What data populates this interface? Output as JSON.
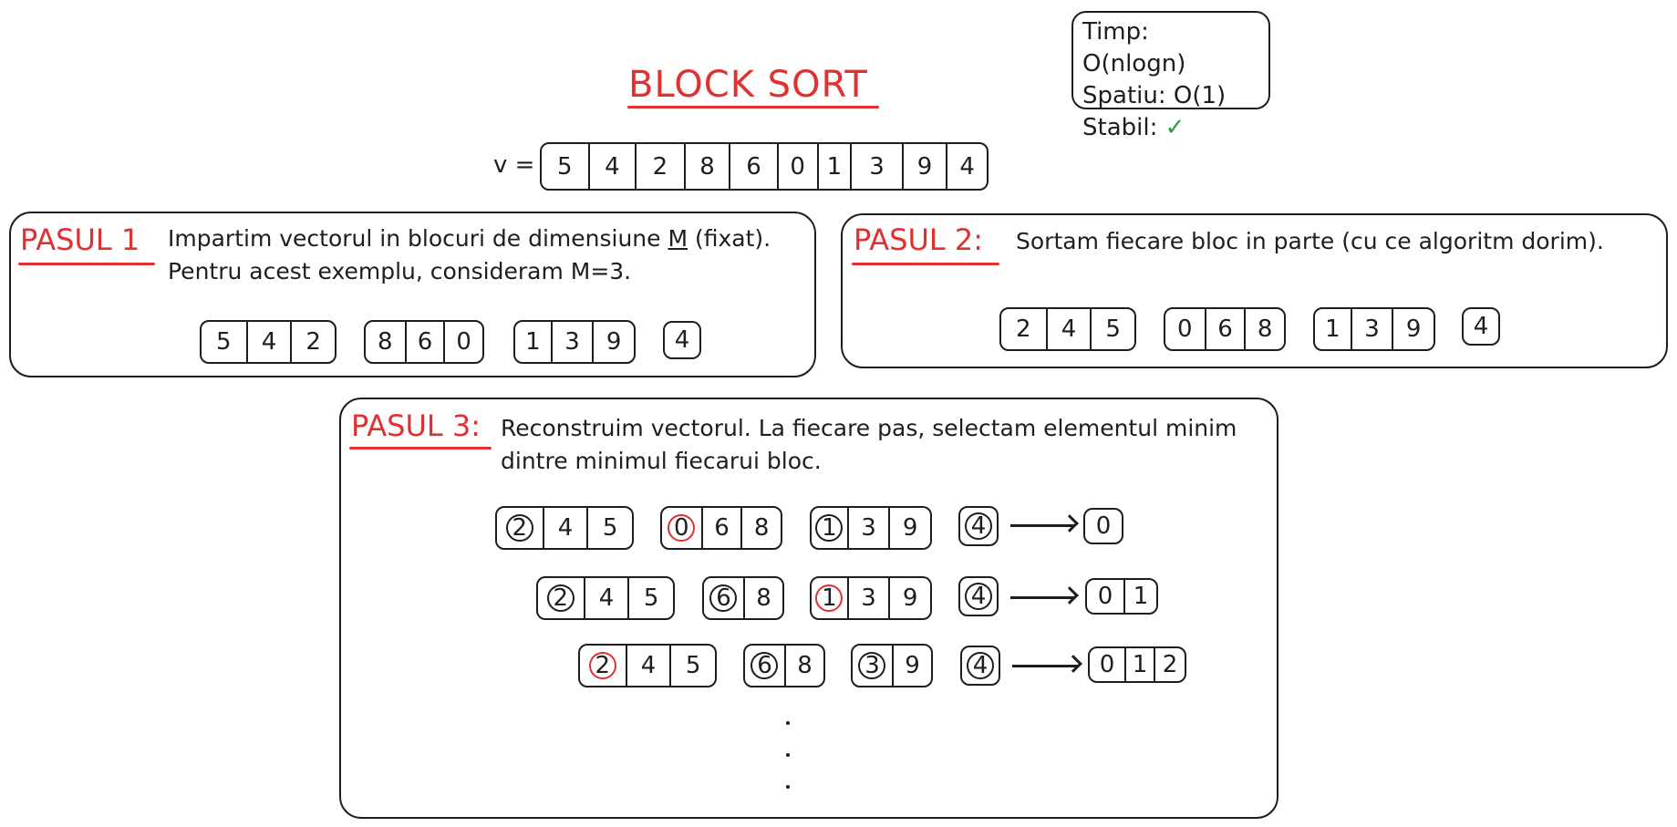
{
  "title": "BLOCK SORT",
  "info": {
    "time": "Timp: O(nlogn)",
    "space": "Spatiu: O(1)",
    "stable": "Stabil:",
    "stable_mark": "✓"
  },
  "vector": {
    "label": "v =",
    "values": [
      "5",
      "4",
      "2",
      "8",
      "6",
      "0",
      "1",
      "3",
      "9",
      "4"
    ]
  },
  "step1": {
    "label": "PASUL 1",
    "line1_pre": "Impartim vectorul in blocuri de dimensiune ",
    "line1_m": "M",
    "line1_post": " (fixat).",
    "line2": "Pentru acest exemplu, consideram M=3.",
    "blocks": [
      [
        "5",
        "4",
        "2"
      ],
      [
        "8",
        "6",
        "0"
      ],
      [
        "1",
        "3",
        "9"
      ],
      [
        "4"
      ]
    ]
  },
  "step2": {
    "label": "PASUL 2:",
    "line1": "Sortam fiecare bloc in parte (cu ce algoritm dorim).",
    "blocks": [
      [
        "2",
        "4",
        "5"
      ],
      [
        "0",
        "6",
        "8"
      ],
      [
        "1",
        "3",
        "9"
      ],
      [
        "4"
      ]
    ]
  },
  "step3": {
    "label": "PASUL 3:",
    "line1": "Reconstruim vectorul. La fiecare pas, selectam elementul minim",
    "line2": "dintre minimul fiecarui bloc.",
    "rows": [
      {
        "blocks": [
          [
            "2",
            "4",
            "5"
          ],
          [
            "0",
            "6",
            "8"
          ],
          [
            "1",
            "3",
            "9"
          ],
          [
            "4"
          ]
        ],
        "result": [
          "0"
        ]
      },
      {
        "blocks": [
          [
            "2",
            "4",
            "5"
          ],
          [
            "6",
            "8"
          ],
          [
            "1",
            "3",
            "9"
          ],
          [
            "4"
          ]
        ],
        "result": [
          "0",
          "1"
        ]
      },
      {
        "blocks": [
          [
            "2",
            "4",
            "5"
          ],
          [
            "6",
            "8"
          ],
          [
            "3",
            "9"
          ],
          [
            "4"
          ]
        ],
        "result": [
          "0",
          "1",
          "2"
        ]
      }
    ]
  },
  "colors": {
    "accent": "#e03131",
    "stroke": "#1e1e1e",
    "check": "#2f9e44"
  }
}
